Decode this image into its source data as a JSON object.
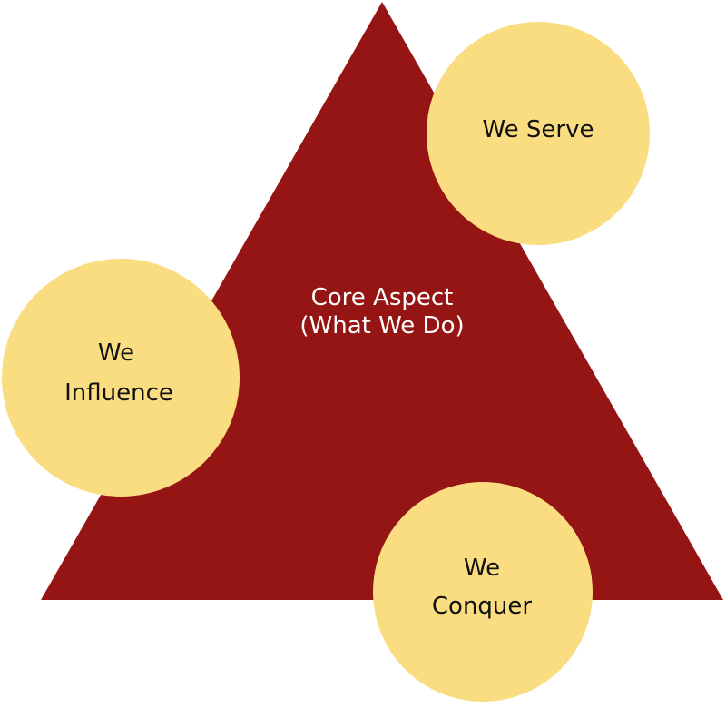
{
  "core": {
    "line1": "Core Aspect",
    "line2": "(What We Do)"
  },
  "circles": {
    "serve": {
      "line1": "We Serve"
    },
    "influence": {
      "line1": "We",
      "line2": "Influence"
    },
    "conquer": {
      "line1": "We",
      "line2": "Conquer"
    }
  },
  "colors": {
    "triangle": "#951515",
    "circle": "#FADD80",
    "circle_text": "#111111",
    "core_text": "#FFFFFF"
  }
}
